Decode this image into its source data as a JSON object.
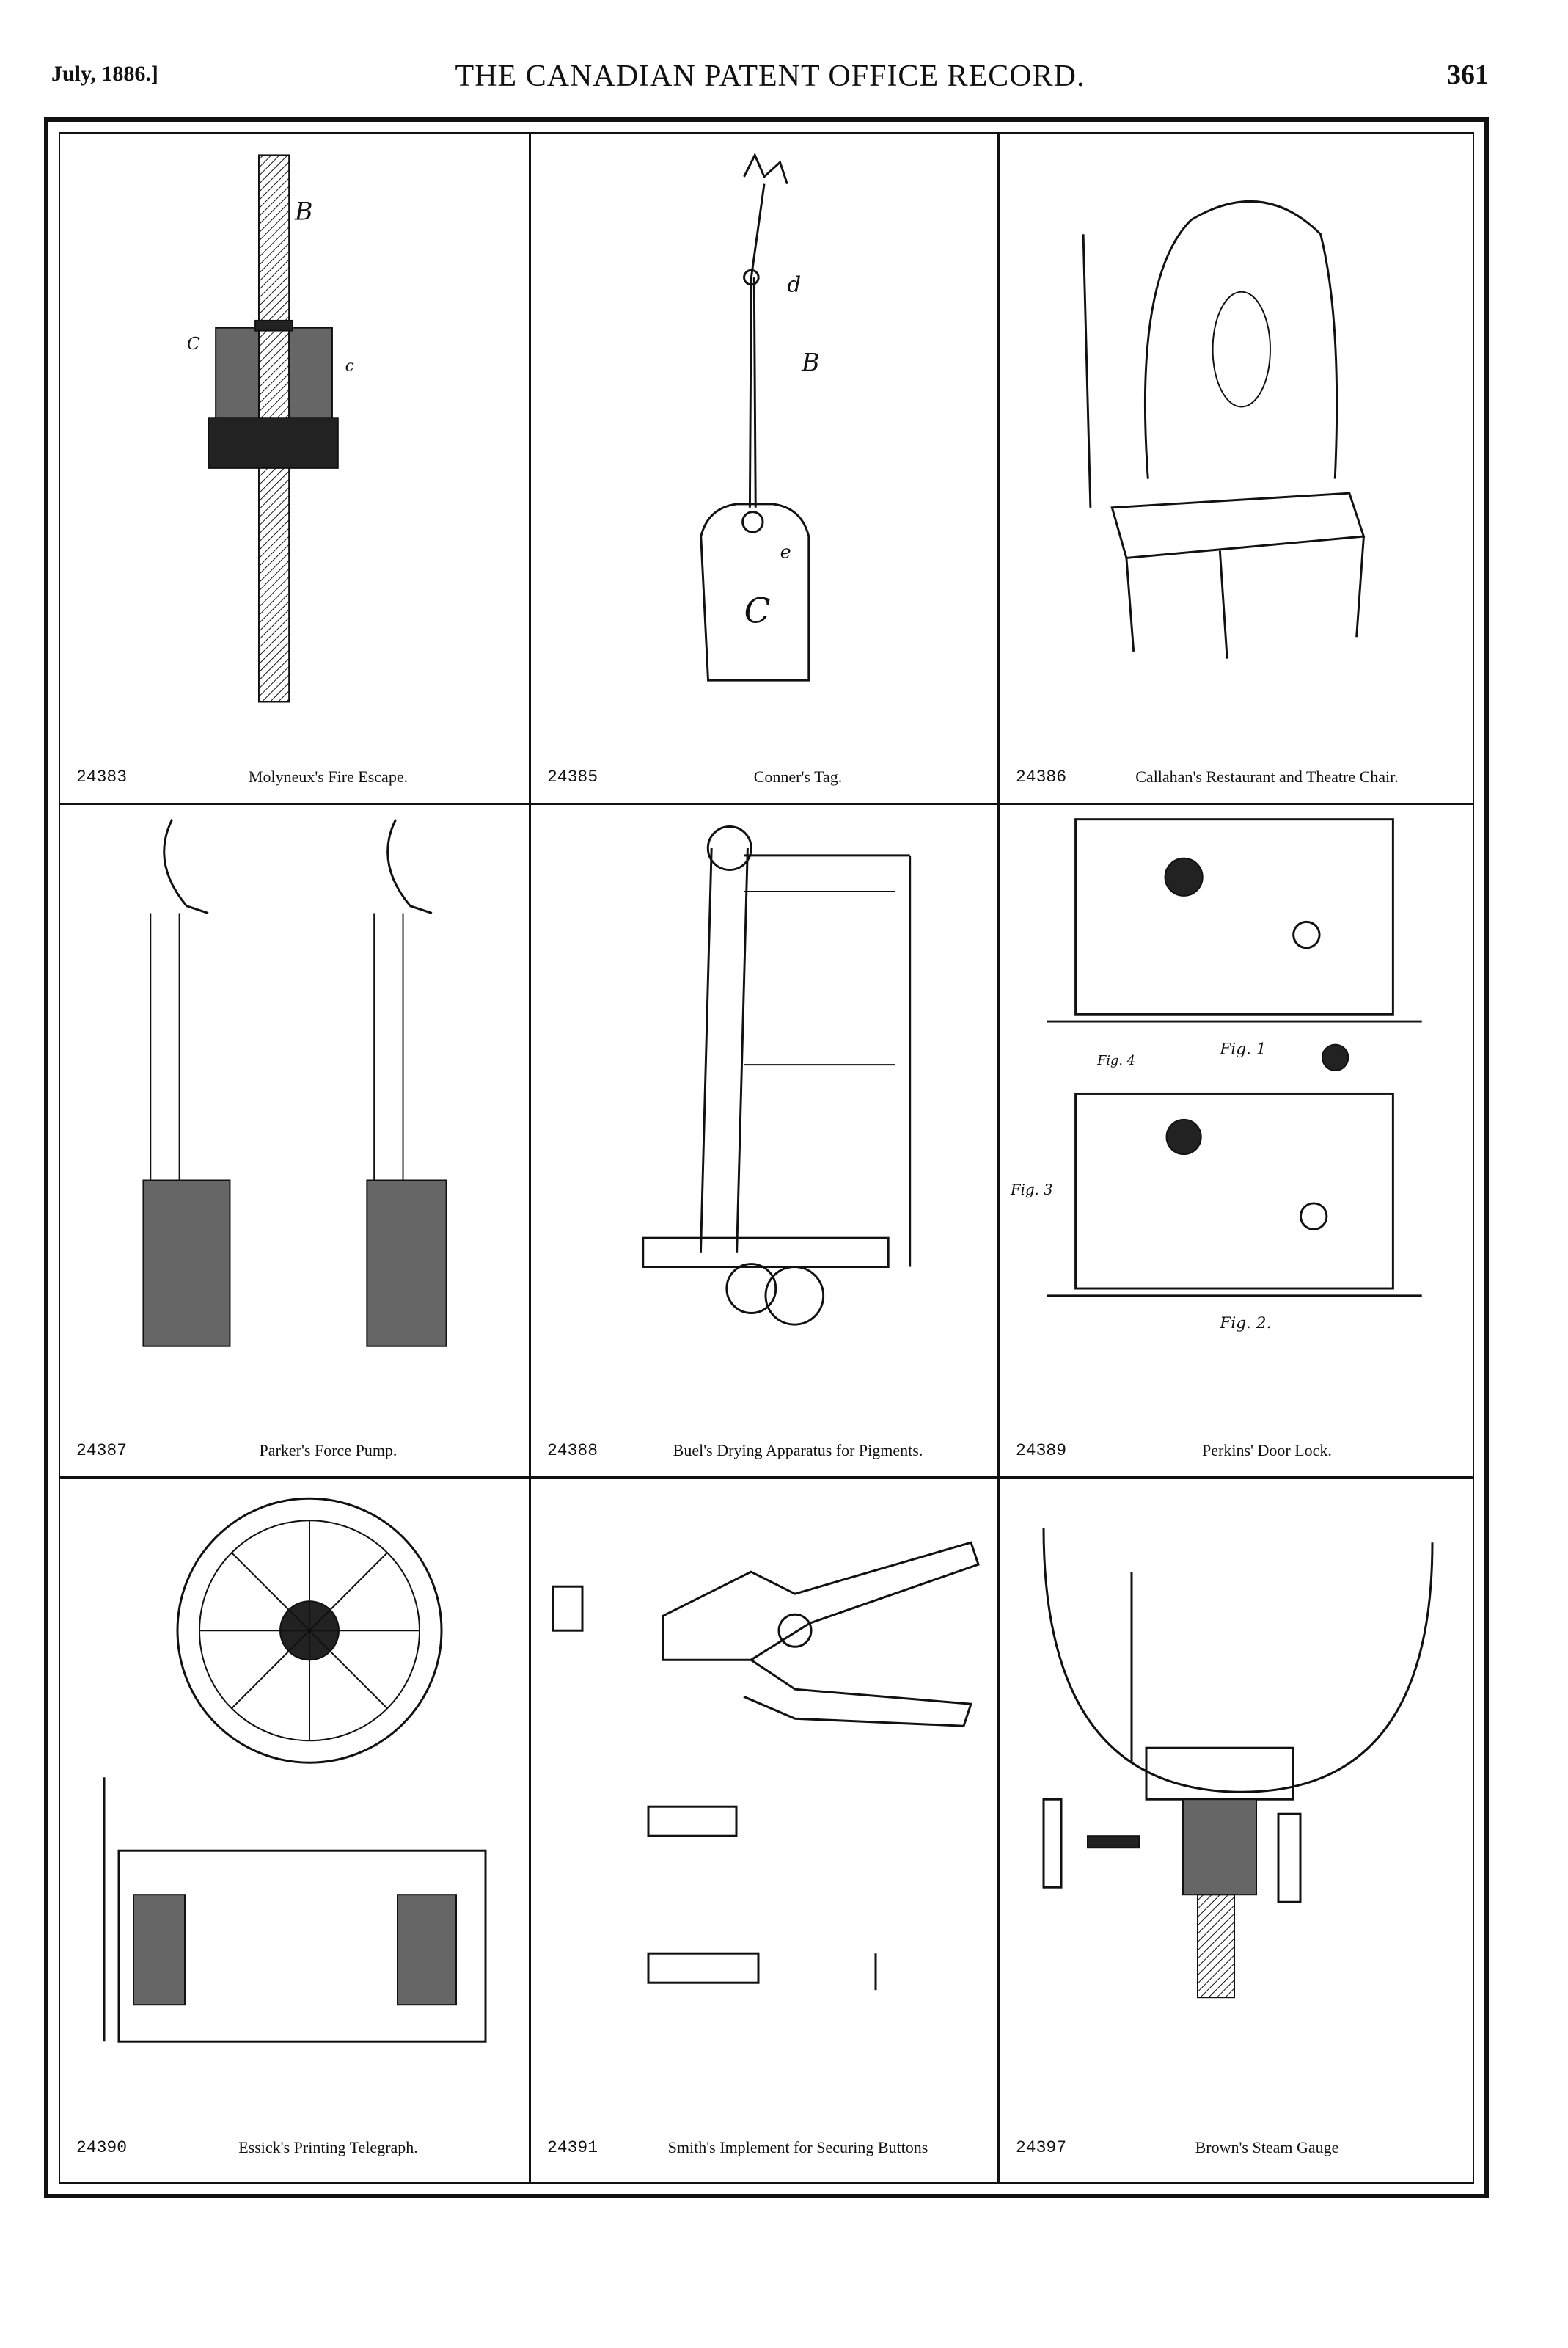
{
  "header": {
    "date": "July, 1886.]",
    "title": "THE CANADIAN PATENT OFFICE RECORD.",
    "page_number": "361"
  },
  "patents": [
    {
      "number": "24383",
      "title": "Molyneux's Fire Escape."
    },
    {
      "number": "24385",
      "title": "Conner's Tag."
    },
    {
      "number": "24386",
      "title": "Callahan's Restaurant and Theatre Chair."
    },
    {
      "number": "24387",
      "title": "Parker's Force Pump."
    },
    {
      "number": "24388",
      "title": "Buel's Drying Apparatus for Pigments."
    },
    {
      "number": "24389",
      "title": "Perkins' Door Lock."
    },
    {
      "number": "24390",
      "title": "Essick's Printing Telegraph."
    },
    {
      "number": "24391",
      "title": "Smith's Implement for Securing Buttons"
    },
    {
      "number": "24397",
      "title": "Brown's Steam Gauge"
    }
  ],
  "figure_labels": {
    "fig2": "Fig. 2.",
    "fig1": "Fig. 1",
    "fig3": "Fig. 3",
    "fig4": "Fig. 4"
  }
}
